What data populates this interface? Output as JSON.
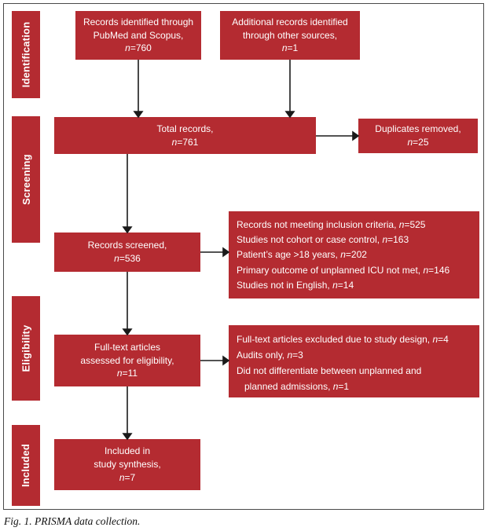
{
  "caption": "Fig. 1. PRISMA data collection.",
  "colors": {
    "box-color": "#b42b31",
    "arrow-color": "#1a1a1a",
    "text-color": "#ffffff"
  },
  "stages": [
    {
      "label": "Identification"
    },
    {
      "label": "Screening"
    },
    {
      "label": "Eligibility"
    },
    {
      "label": "Included"
    }
  ],
  "boxes": {
    "pubmed": {
      "lines": [
        "Records identified through",
        "PubMed and Scopus,",
        "n=760"
      ]
    },
    "other_sources": {
      "lines": [
        "Additional records identified",
        "through other sources,",
        "n=1"
      ]
    },
    "total": {
      "lines": [
        "Total records,",
        "n=761"
      ]
    },
    "duplicates": {
      "lines": [
        "Duplicates removed,",
        "n=25"
      ]
    },
    "screened": {
      "lines": [
        "Records screened,",
        "n=536"
      ]
    },
    "excluded_screening": {
      "lines": [
        "Records not meeting inclusion criteria, n=525",
        "Studies not cohort or case control, n=163",
        "Patient’s age >18 years, n=202",
        "Primary outcome of unplanned ICU not met, n=146",
        "Studies not in English, n=14"
      ]
    },
    "fulltext": {
      "lines": [
        "Full-text articles",
        "assessed for eligibility,",
        "n=11"
      ]
    },
    "excluded_fulltext": {
      "lines": [
        "Full-text articles excluded due to study design, n=4",
        "Audits only, n=3",
        "Did not differentiate between unplanned and",
        "planned admissions, n=1"
      ]
    },
    "included": {
      "lines": [
        "Included in",
        "study synthesis,",
        "n=7"
      ]
    }
  }
}
